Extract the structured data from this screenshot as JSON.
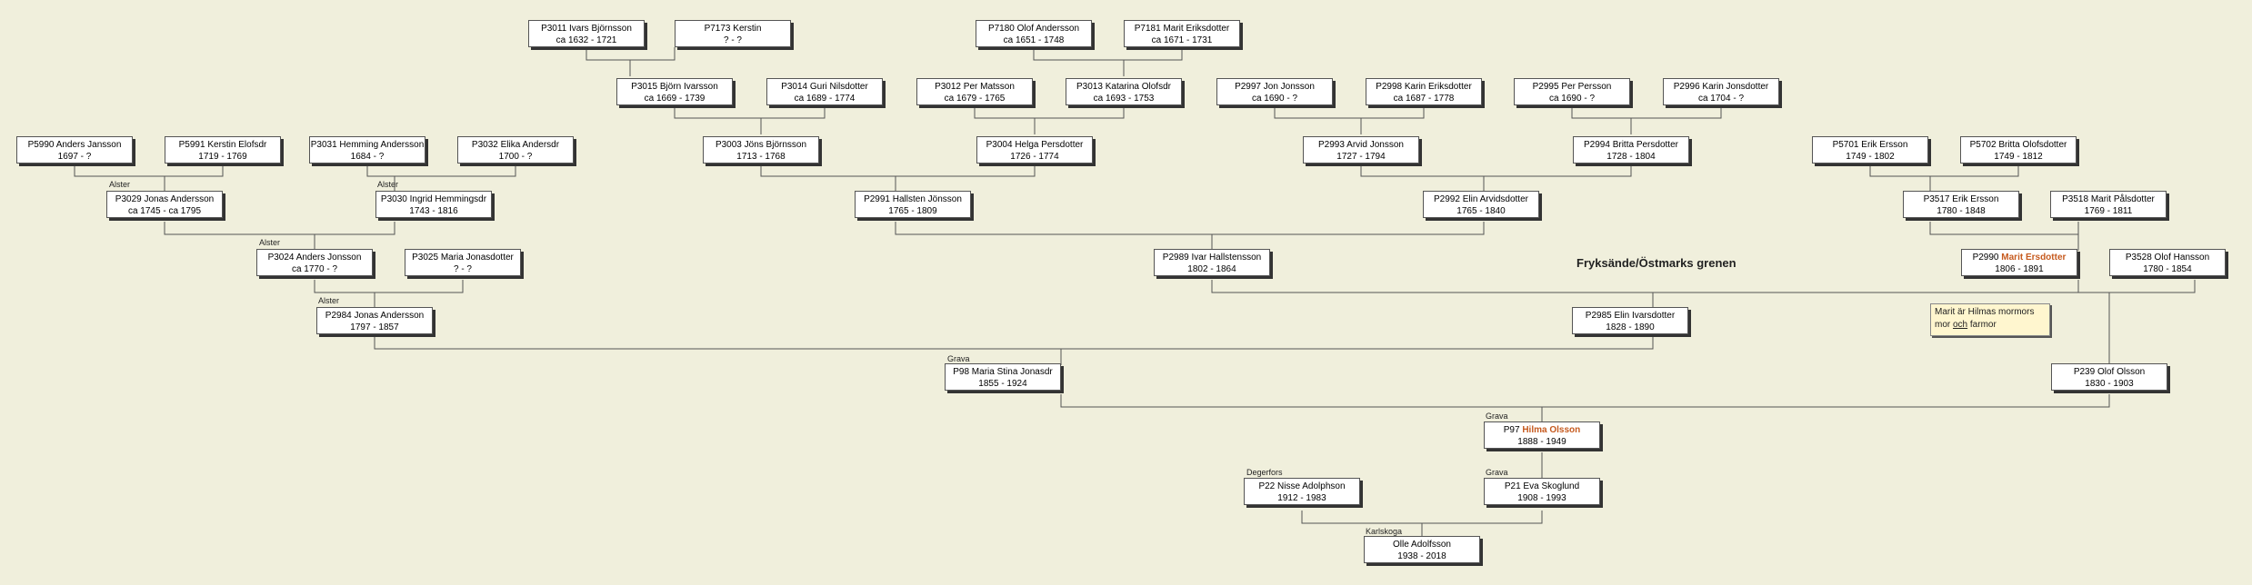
{
  "branch_label": "Fryksände/Östmarks  grenen",
  "note": {
    "part1": "Marit är Hilmas  mormors",
    "part2a": "mor ",
    "part2b": "och",
    "part2c": " farmor"
  },
  "places": {
    "alster1": "Alster",
    "alster2": "Alster",
    "alster3": "Alster",
    "alster4": "Alster",
    "grava1": "Grava",
    "grava2": "Grava",
    "grava3": "Grava",
    "degerfors": "Degerfors",
    "karlskoga": "Karlskoga"
  },
  "persons": {
    "p3011": {
      "l1": "P3011 Ivars Björnsson",
      "l2": "ca 1632 - 1721"
    },
    "p7173": {
      "l1": "P7173 Kerstin",
      "l2": "? - ?"
    },
    "p7180": {
      "l1": "P7180 Olof Andersson",
      "l2": "ca 1651 - 1748"
    },
    "p7181": {
      "l1": "P7181 Marit Eriksdotter",
      "l2": "ca 1671 - 1731"
    },
    "p3015": {
      "l1": "P3015 Björn Ivarsson",
      "l2": "ca 1669 - 1739"
    },
    "p3014": {
      "l1": "P3014 Guri Nilsdotter",
      "l2": "ca 1689 - 1774"
    },
    "p3012": {
      "l1": "P3012 Per Matsson",
      "l2": "ca 1679 - 1765"
    },
    "p3013": {
      "l1": "P3013 Katarina Olofsdr",
      "l2": "ca 1693 - 1753"
    },
    "p2997": {
      "l1": "P2997 Jon Jonsson",
      "l2": "ca 1690 - ?"
    },
    "p2998": {
      "l1": "P2998 Karin Eriksdotter",
      "l2": "ca 1687 - 1778"
    },
    "p2995": {
      "l1": "P2995 Per Persson",
      "l2": "ca 1690 - ?"
    },
    "p2996": {
      "l1": "P2996 Karin Jonsdotter",
      "l2": "ca 1704 - ?"
    },
    "p5990": {
      "l1": "P5990 Anders Jansson",
      "l2": "1697 - ?"
    },
    "p5991": {
      "l1": "P5991 Kerstin Elofsdr",
      "l2": "1719 - 1769"
    },
    "p3031": {
      "l1": "P3031 Hemming  Andersson",
      "l2": "1684 - ?"
    },
    "p3032": {
      "l1": "P3032 Elika  Andersdr",
      "l2": "1700 - ?"
    },
    "p3003": {
      "l1": "P3003 Jöns Björnsson",
      "l2": "1713 - 1768"
    },
    "p3004": {
      "l1": "P3004 Helga Persdotter",
      "l2": "1726 - 1774"
    },
    "p2993": {
      "l1": "P2993 Arvid Jonsson",
      "l2": "1727 - 1794"
    },
    "p2994": {
      "l1": "P2994 Britta Persdotter",
      "l2": "1728 - 1804"
    },
    "p5701": {
      "l1": "P5701 Erik Ersson",
      "l2": "1749 - 1802"
    },
    "p5702": {
      "l1": "P5702 Britta Olofsdotter",
      "l2": "1749 - 1812"
    },
    "p3029": {
      "l1": "P3029 Jonas Andersson",
      "l2": "ca 1745 - ca 1795"
    },
    "p3030": {
      "l1": "P3030 Ingrid Hemmingsdr",
      "l2": "1743 - 1816"
    },
    "p2991": {
      "l1": "P2991 Hallsten Jönsson",
      "l2": "1765 - 1809"
    },
    "p2992": {
      "l1": "P2992 Elin  Arvidsdotter",
      "l2": "1765 - 1840"
    },
    "p3517": {
      "l1": "P3517 Erik Ersson",
      "l2": "1780 - 1848"
    },
    "p3518": {
      "l1": "P3518 Marit Pålsdotter",
      "l2": "1769 - 1811"
    },
    "p3024": {
      "l1": "P3024 Anders Jonsson",
      "l2": "ca 1770 - ?"
    },
    "p3025": {
      "l1": "P3025 Maria Jonasdotter",
      "l2": "? - ?"
    },
    "p2989": {
      "l1": "P2989 Ivar Hallstensson",
      "l2": "1802 - 1864"
    },
    "p2990": {
      "l1a": "P2990 ",
      "l1b": "Marit Ersdotter",
      "l2": "1806 - 1891"
    },
    "p3528": {
      "l1": "P3528 Olof Hansson",
      "l2": "1780 - 1854"
    },
    "p2984": {
      "l1": "P2984 Jonas Andersson",
      "l2": "1797 - 1857"
    },
    "p2985": {
      "l1": "P2985 Elin Ivarsdotter",
      "l2": "1828 - 1890"
    },
    "p98": {
      "l1": "P98 Maria Stina Jonasdr",
      "l2": "1855 - 1924"
    },
    "p239": {
      "l1": "P239 Olof Olsson",
      "l2": "1830 - 1903"
    },
    "p97": {
      "l1a": "P97 ",
      "l1b": "Hilma Olsson",
      "l2": "1888 - 1949"
    },
    "p22": {
      "l1": "P22 Nisse Adolphson",
      "l2": "1912 - 1983"
    },
    "p21": {
      "l1": "P21 Eva Skoglund",
      "l2": "1908 - 1993"
    },
    "olle": {
      "l1": "Olle Adolfsson",
      "l2": "1938 - 2018"
    }
  }
}
